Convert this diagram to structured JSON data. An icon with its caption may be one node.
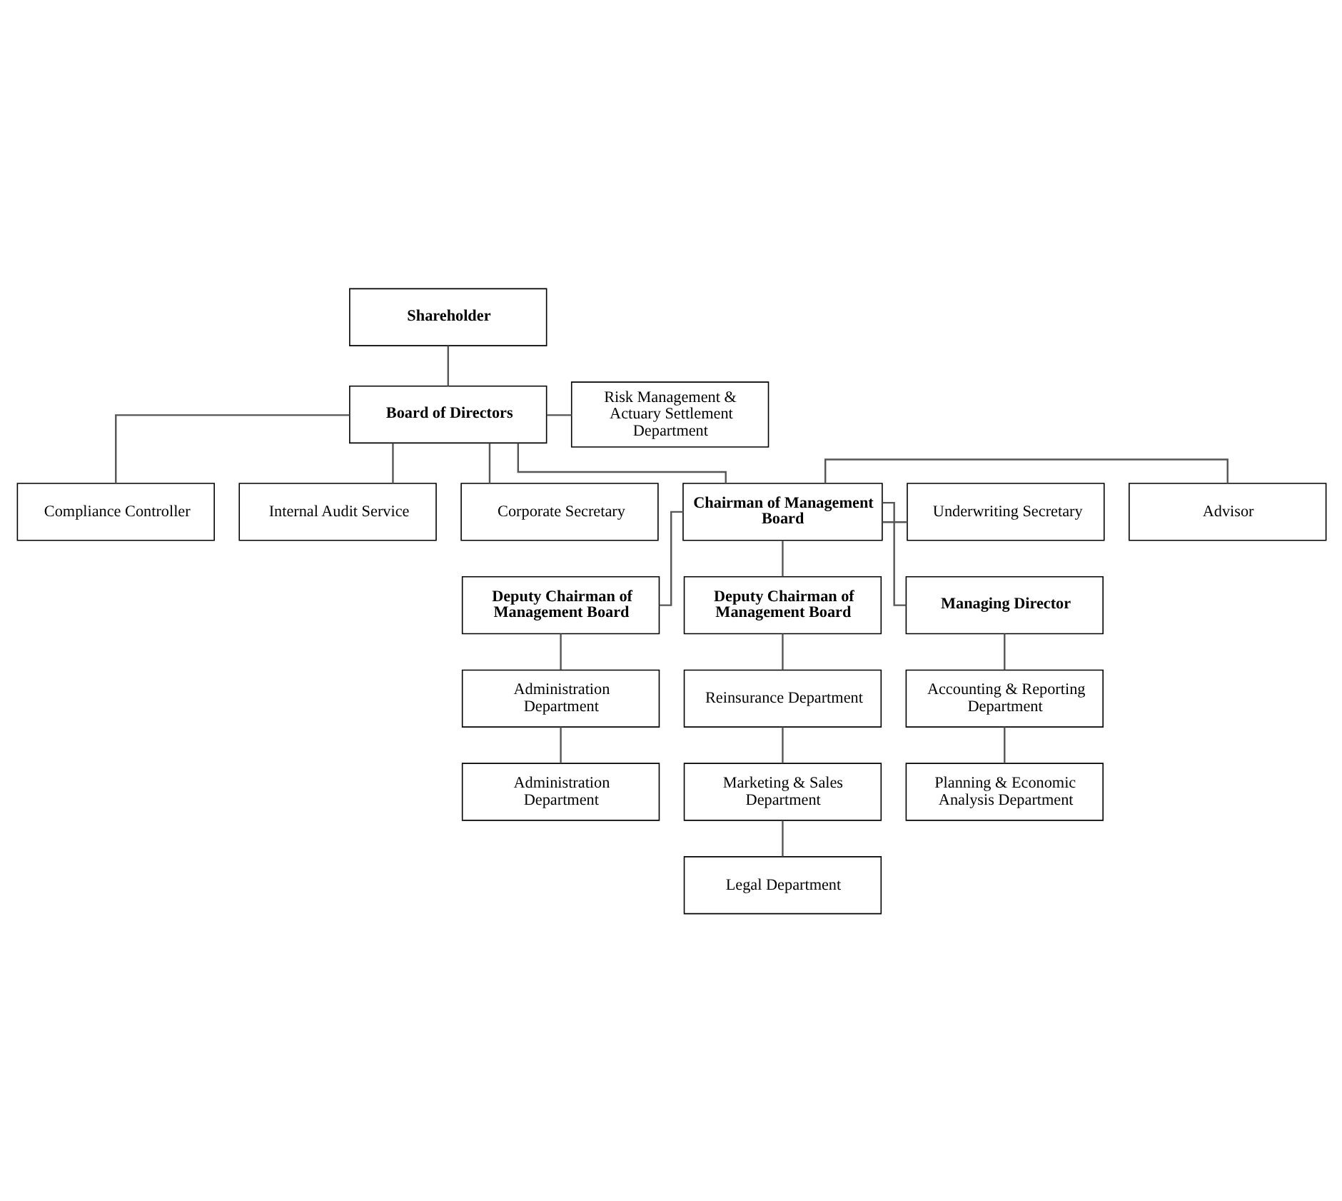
{
  "diagram": {
    "nodes": [
      {
        "text": [
          "Shareholder"
        ]
      },
      {
        "text": [
          "Risk Management & Actuary Settlement Department"
        ]
      },
      {
        "text": [
          "Board of Directors"
        ]
      },
      {
        "text": [
          "Compliance Controller"
        ]
      },
      {
        "text": [
          "Internal Audit Service"
        ]
      },
      {
        "text": [
          "Corporate Secretary"
        ]
      },
      {
        "text": [
          "Advisor"
        ]
      },
      {
        "text": [
          "Chairman of Management Board"
        ]
      },
      {
        "text": [
          "Underwriting Secretary"
        ]
      },
      {
        "text": [
          "Deputy Chairman of Management Board"
        ]
      },
      {
        "text": [
          "Deputy Chairman of Management Board"
        ]
      },
      {
        "text": [
          "Managing Director"
        ]
      },
      {
        "text": [
          "Administration Department"
        ]
      },
      {
        "text": [
          "Administration Department"
        ]
      },
      {
        "text": [
          "Reinsurance Department"
        ]
      },
      {
        "text": [
          "Marketing & Sales Department"
        ]
      },
      {
        "text": [
          "Legal Department"
        ]
      },
      {
        "text": [
          "Accounting & Reporting Department"
        ]
      },
      {
        "text": [
          "Planning & Economic Analysis Department"
        ]
      }
    ],
    "edges": [
      {
        "from": 0,
        "to": 2,
        "arrow": "none"
      },
      {
        "from": 2,
        "to": 1,
        "arrow": "none"
      },
      {
        "from": 2,
        "to": 3,
        "arrow": "none"
      },
      {
        "from": 2,
        "to": 4,
        "arrow": "none"
      },
      {
        "from": 2,
        "to": 5,
        "arrow": "none"
      },
      {
        "from": 2,
        "to": 7,
        "arrow": "none"
      },
      {
        "from": 7,
        "to": 6,
        "arrow": "none"
      },
      {
        "from": 7,
        "to": 8,
        "arrow": "none"
      },
      {
        "from": 7,
        "to": 9,
        "arrow": "none"
      },
      {
        "from": 7,
        "to": 10,
        "arrow": "none"
      },
      {
        "from": 7,
        "to": 11,
        "arrow": "none"
      },
      {
        "from": 9,
        "to": 12,
        "arrow": "none"
      },
      {
        "from": 12,
        "to": 13,
        "arrow": "none"
      },
      {
        "from": 10,
        "to": 14,
        "arrow": "none"
      },
      {
        "from": 14,
        "to": 15,
        "arrow": "none"
      },
      {
        "from": 15,
        "to": 16,
        "arrow": "none"
      },
      {
        "from": 11,
        "to": 17,
        "arrow": "none"
      },
      {
        "from": 17,
        "to": 18,
        "arrow": "none"
      }
    ]
  }
}
